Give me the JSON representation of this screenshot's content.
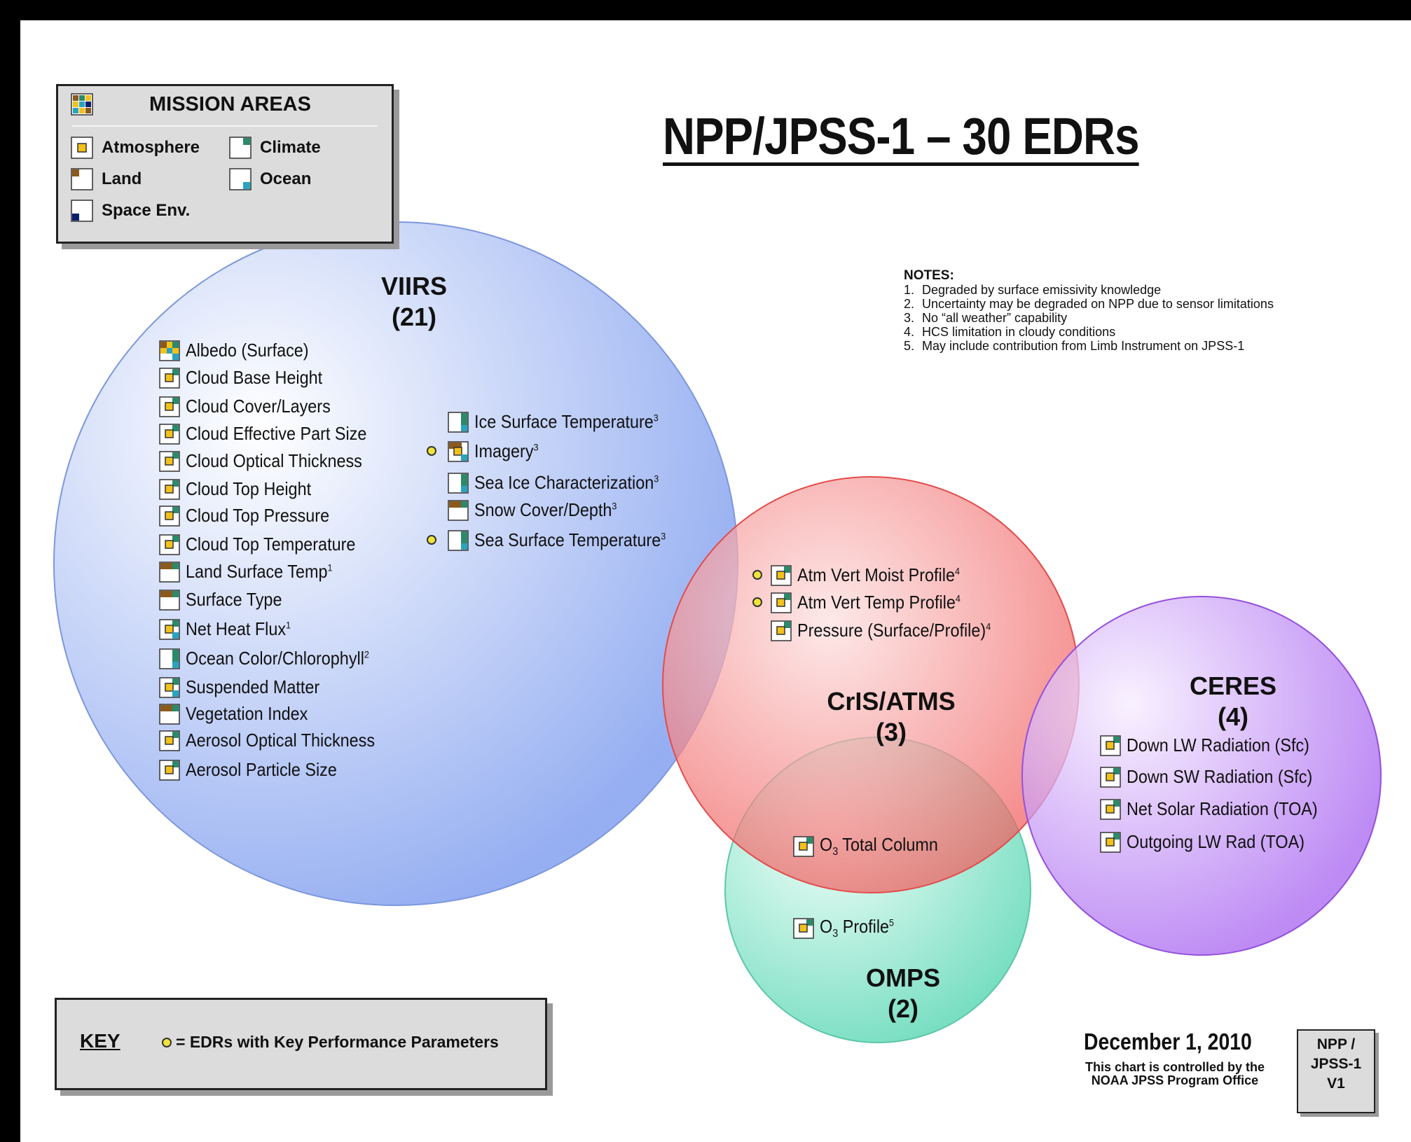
{
  "title": "NPP/JPSS-1 – 30 EDRs",
  "colors": {
    "atmosphere": "#f2c21b",
    "land": "#8a5a1e",
    "climate": "#2a8a6a",
    "ocean": "#2aa3c0",
    "space_env": "#0a1e6e",
    "kpp_dot": "#f0e43a",
    "viirs": "#9cb6f5",
    "cris_atms": "#f47a7a",
    "omps": "#7ee0c4",
    "ceres": "#b77cf2"
  },
  "mission_areas": {
    "title": "MISSION AREAS",
    "items": [
      {
        "label": "Atmosphere",
        "icon": "atmosphere-icon"
      },
      {
        "label": "Climate",
        "icon": "climate-icon"
      },
      {
        "label": "Land",
        "icon": "land-icon"
      },
      {
        "label": "Ocean",
        "icon": "ocean-icon"
      },
      {
        "label": "Space Env.",
        "icon": "space-env-icon"
      }
    ]
  },
  "notes": {
    "title": "NOTES:",
    "items": [
      {
        "num": "1.",
        "text": "Degraded by surface emissivity knowledge"
      },
      {
        "num": "2.",
        "text": "Uncertainty may be degraded on NPP due to sensor limitations"
      },
      {
        "num": "3.",
        "text": "No “all weather” capability"
      },
      {
        "num": "4.",
        "text": "HCS limitation in cloudy conditions"
      },
      {
        "num": "5.",
        "text": "May include contribution from Limb Instrument on JPSS-1"
      }
    ]
  },
  "instruments": {
    "viirs": {
      "name": "VIIRS",
      "count": "(21)"
    },
    "cris_atms": {
      "name": "CrIS/ATMS",
      "count": "(3)"
    },
    "omps": {
      "name": "OMPS",
      "count": "(2)"
    },
    "ceres": {
      "name": "CERES",
      "count": "(4)"
    }
  },
  "edrs": {
    "viirs_col1": [
      {
        "label": "Albedo (Surface)",
        "sup": "",
        "icon": "all-areas"
      },
      {
        "label": "Cloud Base Height",
        "sup": "",
        "icon": "atm-climate"
      },
      {
        "label": "Cloud Cover/Layers",
        "sup": "",
        "icon": "atm-climate"
      },
      {
        "label": "Cloud Effective Part Size",
        "sup": "",
        "icon": "atm-climate"
      },
      {
        "label": "Cloud Optical Thickness",
        "sup": "",
        "icon": "atm-climate"
      },
      {
        "label": "Cloud Top Height",
        "sup": "",
        "icon": "atm-climate"
      },
      {
        "label": "Cloud Top Pressure",
        "sup": "",
        "icon": "atm-climate"
      },
      {
        "label": "Cloud Top Temperature",
        "sup": "",
        "icon": "atm-climate"
      },
      {
        "label": "Land Surface Temp",
        "sup": "1",
        "icon": "land-climate"
      },
      {
        "label": "Surface Type",
        "sup": "",
        "icon": "land-climate"
      },
      {
        "label": "Net Heat Flux",
        "sup": "1",
        "icon": "atm-climate-ocean"
      },
      {
        "label": "Ocean Color/Chlorophyll",
        "sup": "2",
        "icon": "climate-ocean"
      },
      {
        "label": "Suspended Matter",
        "sup": "",
        "icon": "atm-climate-ocean"
      },
      {
        "label": "Vegetation Index",
        "sup": "",
        "icon": "land-climate"
      },
      {
        "label": "Aerosol Optical Thickness",
        "sup": "",
        "icon": "atm-climate"
      },
      {
        "label": "Aerosol Particle Size",
        "sup": "",
        "icon": "atm-climate"
      }
    ],
    "viirs_col2": [
      {
        "label": "Ice Surface Temperature",
        "sup": "3",
        "icon": "climate-ocean",
        "kpp": false
      },
      {
        "label": "Imagery",
        "sup": "3",
        "icon": "land-atm-ocean",
        "kpp": true
      },
      {
        "label": "Sea Ice Characterization",
        "sup": "3",
        "icon": "climate-ocean",
        "kpp": false
      },
      {
        "label": "Snow Cover/Depth",
        "sup": "3",
        "icon": "land-climate",
        "kpp": false
      },
      {
        "label": "Sea Surface Temperature",
        "sup": "3",
        "icon": "climate-ocean",
        "kpp": true
      }
    ],
    "cris_atms": [
      {
        "label": "Atm Vert Moist Profile",
        "sup": "4",
        "icon": "atm-climate",
        "kpp": true
      },
      {
        "label": "Atm Vert Temp Profile",
        "sup": "4",
        "icon": "atm-climate",
        "kpp": true
      },
      {
        "label": "Pressure (Surface/Profile)",
        "sup": "4",
        "icon": "atm-climate",
        "kpp": false
      }
    ],
    "omps": [
      {
        "pre": "O",
        "sub": "3",
        "label": " Total Column",
        "sup": "",
        "icon": "atm-climate"
      },
      {
        "pre": "O",
        "sub": "3",
        "label": " Profile",
        "sup": "5",
        "icon": "atm-climate"
      }
    ],
    "ceres": [
      {
        "label": "Down LW Radiation (Sfc)",
        "sup": "",
        "icon": "atm-climate"
      },
      {
        "label": "Down SW Radiation (Sfc)",
        "sup": "",
        "icon": "atm-climate"
      },
      {
        "label": "Net Solar Radiation (TOA)",
        "sup": "",
        "icon": "atm-climate"
      },
      {
        "label": "Outgoing LW Rad (TOA)",
        "sup": "",
        "icon": "atm-climate"
      }
    ]
  },
  "key": {
    "title": "KEY",
    "text": "=  EDRs with Key Performance Parameters"
  },
  "footer": {
    "date": "December 1, 2010",
    "control_line1": "This chart is controlled by the",
    "control_line2": "NOAA JPSS Program Office",
    "version_line1": "NPP /",
    "version_line2": "JPSS-1",
    "version_line3": "V1"
  }
}
